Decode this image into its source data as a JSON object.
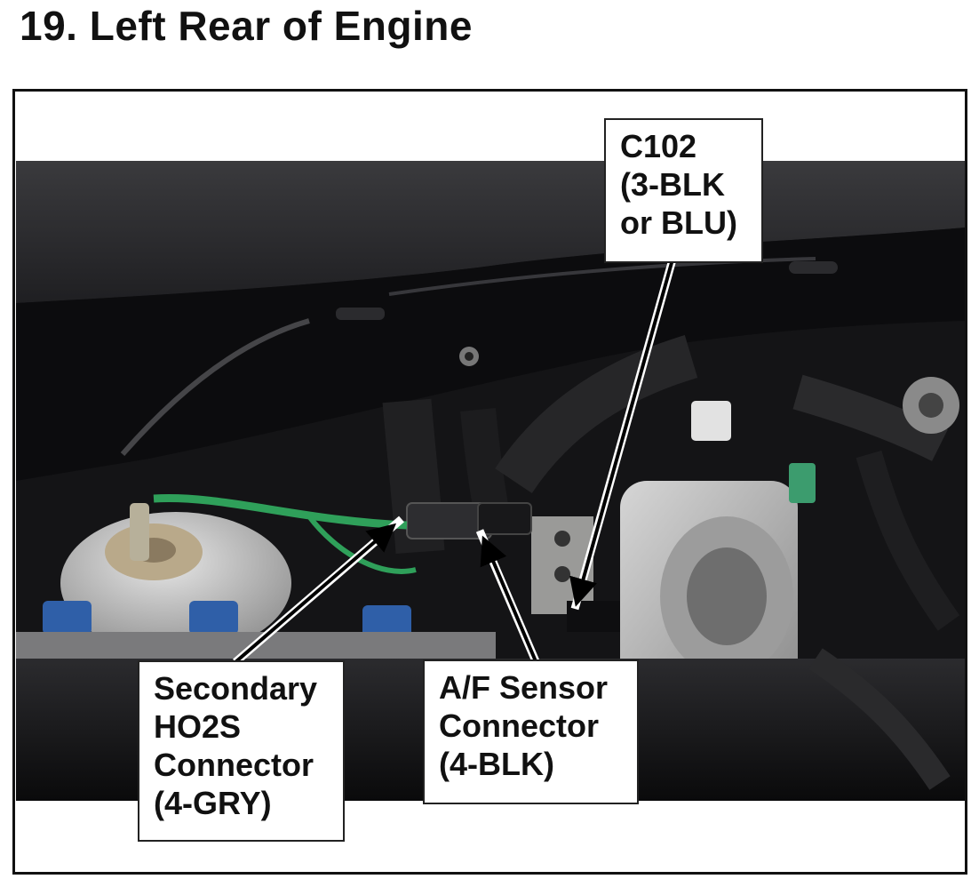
{
  "title": "19.  Left Rear of Engine",
  "callouts": {
    "c102": [
      "C102",
      "(3-BLK",
      "or BLU)"
    ],
    "secondary_ho2s": [
      "Secondary",
      "HO2S",
      "Connector",
      "(4-GRY)"
    ],
    "af_sensor": [
      "A/F Sensor",
      "Connector",
      "(4-BLK)"
    ]
  },
  "colors": {
    "frame": "#111111",
    "wire_green": "#2fa05a",
    "engine_dark": "#141416",
    "cover": "#2c2c2f"
  }
}
